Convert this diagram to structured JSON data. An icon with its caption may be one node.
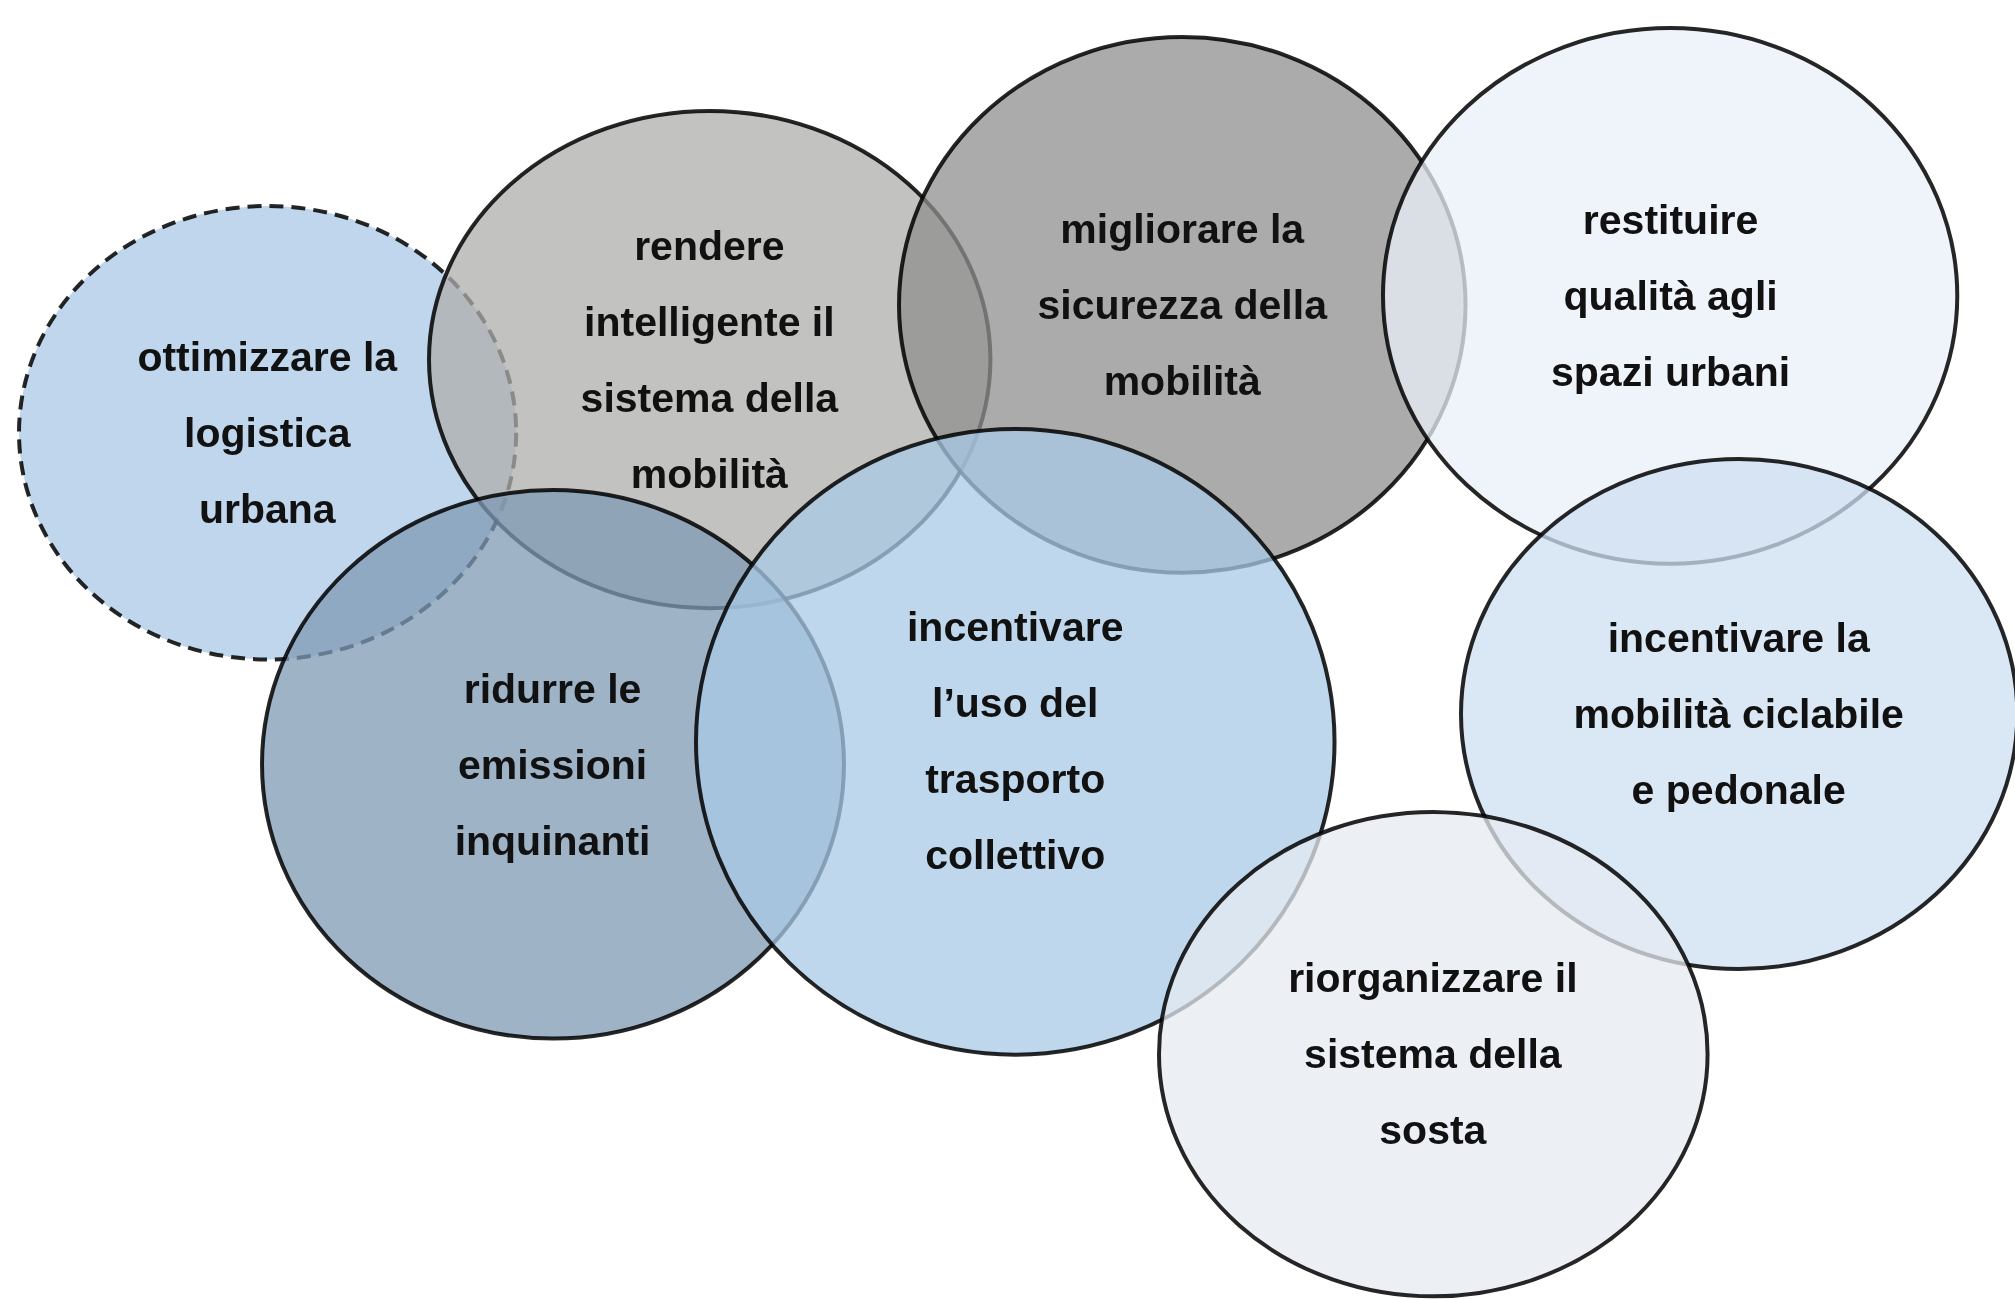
{
  "diagram": {
    "nodes": [
      {
        "text": [
          "ottimizzare la logistica urbana"
        ]
      },
      {
        "text": [
          "rendere intelligente il sistema della mobilità"
        ]
      },
      {
        "text": [
          "migliorare la sicurezza della mobilità"
        ]
      },
      {
        "text": [
          "restituire qualità agli spazi urbani"
        ]
      },
      {
        "text": [
          "ridurre le emissioni inquinanti"
        ]
      },
      {
        "text": [
          "incentivare l’uso del trasporto collettivo"
        ]
      },
      {
        "text": [
          "incentivare la mobilità ciclabile e pedonale"
        ]
      },
      {
        "text": [
          "riorganizzare il sistema della sosta"
        ]
      }
    ]
  }
}
